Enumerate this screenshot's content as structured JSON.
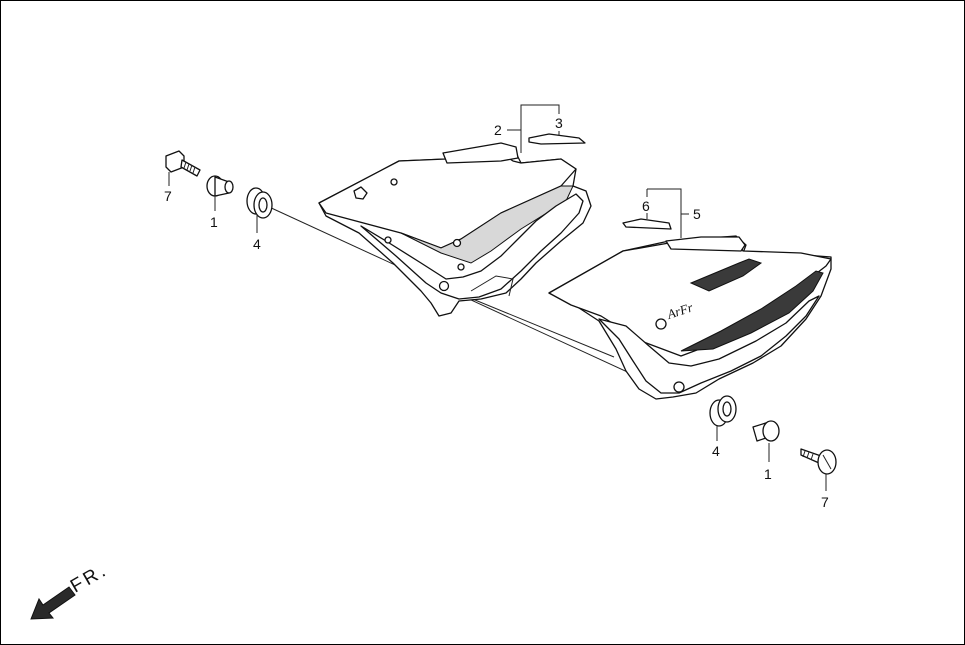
{
  "diagram": {
    "callouts": [
      {
        "id": "c7a",
        "text": "7"
      },
      {
        "id": "c1a",
        "text": "1"
      },
      {
        "id": "c4a",
        "text": "4"
      },
      {
        "id": "c2",
        "text": "2"
      },
      {
        "id": "c3",
        "text": "3"
      },
      {
        "id": "c6",
        "text": "6"
      },
      {
        "id": "c5",
        "text": "5"
      },
      {
        "id": "c4b",
        "text": "4"
      },
      {
        "id": "c1b",
        "text": "1"
      },
      {
        "id": "c7b",
        "text": "7"
      }
    ],
    "direction_label": "FR.",
    "emblem_text": "ArFr",
    "colors": {
      "line": "#111111",
      "background": "#ffffff",
      "stripe": "#3a3a3a"
    }
  }
}
